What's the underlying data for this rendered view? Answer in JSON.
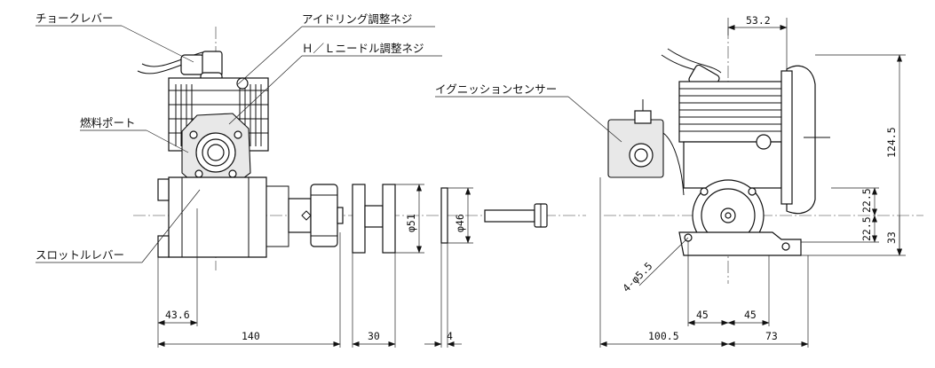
{
  "callouts": {
    "choke_lever": "チョークレバー",
    "idle_screw": "アイドリング調整ネジ",
    "hl_needle": "Ｈ／Ｌニードル調整ネジ",
    "fuel_port": "燃料ポート",
    "throttle_lever": "スロットルレバー",
    "ignition_sensor": "イグニッションセンサー"
  },
  "dimensions": {
    "d43_6": "43.6",
    "d140": "140",
    "d30": "30",
    "d4": "4",
    "phi51": "φ51",
    "phi46": "φ46",
    "d53_2": "53.2",
    "d124_5": "124.5",
    "d22_5a": "22.5",
    "d22_5b": "22.5",
    "d33": "33",
    "d45a": "45",
    "d45b": "45",
    "d100_5": "100.5",
    "d73": "73",
    "holes": "4-φ5.5"
  }
}
